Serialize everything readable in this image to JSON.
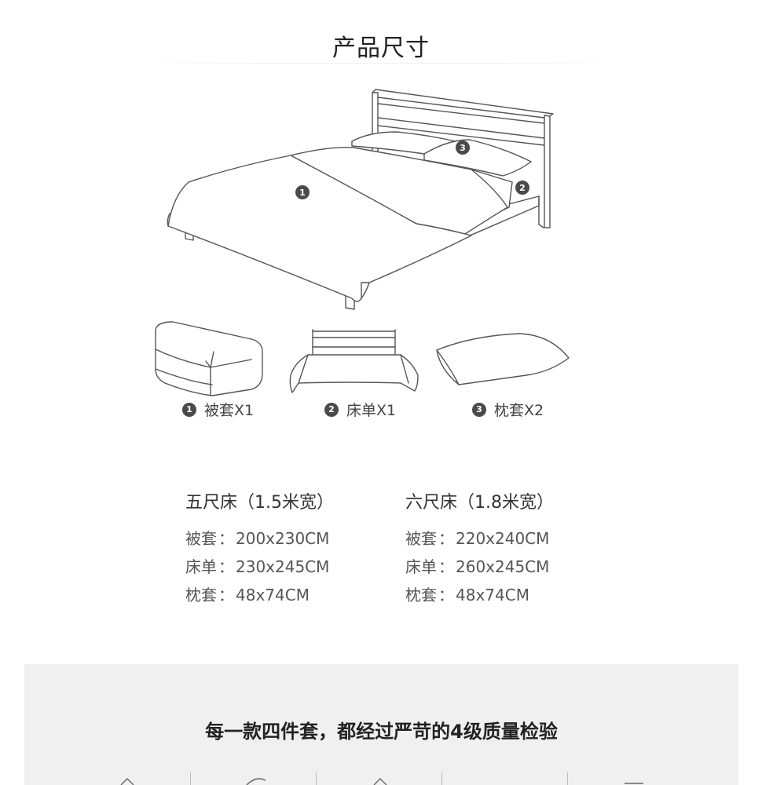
{
  "section": {
    "title": "产品尺寸"
  },
  "callouts": {
    "duvet": "1",
    "sheet": "2",
    "pillowcase": "3"
  },
  "items": [
    {
      "num": "1",
      "label": "被套X1"
    },
    {
      "num": "2",
      "label": "床单X1"
    },
    {
      "num": "3",
      "label": "枕套X2"
    }
  ],
  "sizes": [
    {
      "heading": "五尺床（1.5米宽）",
      "rows": [
        {
          "name": "被套",
          "sep": "：",
          "value": "200x230CM"
        },
        {
          "name": "床单",
          "sep": "：",
          "value": "230x245CM"
        },
        {
          "name": "枕套",
          "sep": "：",
          "value": "48x74CM"
        }
      ]
    },
    {
      "heading": "六尺床（1.8米宽）",
      "rows": [
        {
          "name": "被套",
          "sep": "：",
          "value": "220x240CM"
        },
        {
          "name": "床单",
          "sep": "：",
          "value": "260x245CM"
        },
        {
          "name": "枕套",
          "sep": "：",
          "value": "48x74CM"
        }
      ]
    }
  ],
  "quality": {
    "title": "每一款四件套，都经过严苛的4级质量检验"
  }
}
